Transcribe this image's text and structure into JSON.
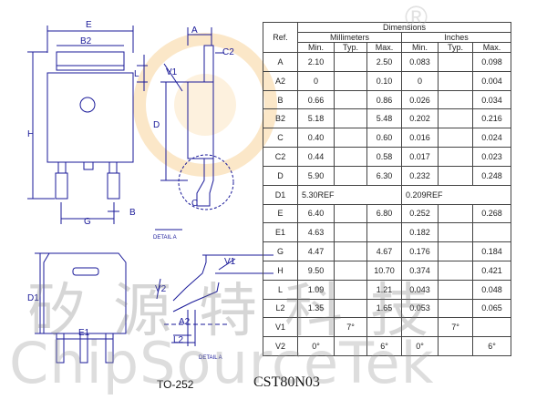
{
  "table": {
    "ref_header": "Ref.",
    "dimensions_header": "Dimensions",
    "unit_headers": [
      "Millimeters",
      "Inches"
    ],
    "sub_headers": [
      "Min.",
      "Typ.",
      "Max.",
      "Min.",
      "Typ.",
      "Max."
    ],
    "rows": [
      {
        "ref": "A",
        "mm": [
          "2.10",
          "",
          "2.50"
        ],
        "in": [
          "0.083",
          "",
          "0.098"
        ]
      },
      {
        "ref": "A2",
        "mm": [
          "0",
          "",
          "0.10"
        ],
        "in": [
          "0",
          "",
          "0.004"
        ]
      },
      {
        "ref": "B",
        "mm": [
          "0.66",
          "",
          "0.86"
        ],
        "in": [
          "0.026",
          "",
          "0.034"
        ]
      },
      {
        "ref": "B2",
        "mm": [
          "5.18",
          "",
          "5.48"
        ],
        "in": [
          "0.202",
          "",
          "0.216"
        ]
      },
      {
        "ref": "C",
        "mm": [
          "0.40",
          "",
          "0.60"
        ],
        "in": [
          "0.016",
          "",
          "0.024"
        ]
      },
      {
        "ref": "C2",
        "mm": [
          "0.44",
          "",
          "0.58"
        ],
        "in": [
          "0.017",
          "",
          "0.023"
        ]
      },
      {
        "ref": "D",
        "mm": [
          "5.90",
          "",
          "6.30"
        ],
        "in": [
          "0.232",
          "",
          "0.248"
        ]
      },
      {
        "ref": "D1",
        "mm_span": "5.30REF",
        "in_span": "0.209REF"
      },
      {
        "ref": "E",
        "mm": [
          "6.40",
          "",
          "6.80"
        ],
        "in": [
          "0.252",
          "",
          "0.268"
        ]
      },
      {
        "ref": "E1",
        "mm": [
          "4.63",
          "",
          ""
        ],
        "in": [
          "0.182",
          "",
          ""
        ]
      },
      {
        "ref": "G",
        "mm": [
          "4.47",
          "",
          "4.67"
        ],
        "in": [
          "0.176",
          "",
          "0.184"
        ]
      },
      {
        "ref": "H",
        "mm": [
          "9.50",
          "",
          "10.70"
        ],
        "in": [
          "0.374",
          "",
          "0.421"
        ]
      },
      {
        "ref": "L",
        "mm": [
          "1.09",
          "",
          "1.21"
        ],
        "in": [
          "0.043",
          "",
          "0.048"
        ]
      },
      {
        "ref": "L2",
        "mm": [
          "1.35",
          "",
          "1.65"
        ],
        "in": [
          "0.053",
          "",
          "0.065"
        ]
      },
      {
        "ref": "V1",
        "mm": [
          "",
          "7°",
          ""
        ],
        "in": [
          "",
          "7°",
          ""
        ]
      },
      {
        "ref": "V2",
        "mm": [
          "0°",
          "",
          "6°"
        ],
        "in": [
          "0°",
          "",
          "6°"
        ]
      }
    ]
  },
  "drawing": {
    "labels": {
      "E": "E",
      "B2": "B2",
      "L": "L",
      "H": "H",
      "G": "G",
      "B": "B",
      "A": "A",
      "C2": "C2",
      "V1": "V1",
      "D": "D",
      "C": "C",
      "detail_a": "DETAIL A",
      "D1": "D1",
      "E1": "E1",
      "L2": "L2",
      "A2": "A2",
      "V2": "V2",
      "V1b": "V1",
      "detail_a_small": "DETAIL A"
    },
    "colors": {
      "dim": "#1a1a99",
      "outline": "#1a1a99",
      "accent": "#c02020"
    }
  },
  "package_name": "TO-252",
  "part_number": "CST80N03",
  "watermark": {
    "cjk": "矽源特科技",
    "latin": "ChipSourceTek",
    "reg": "®"
  }
}
